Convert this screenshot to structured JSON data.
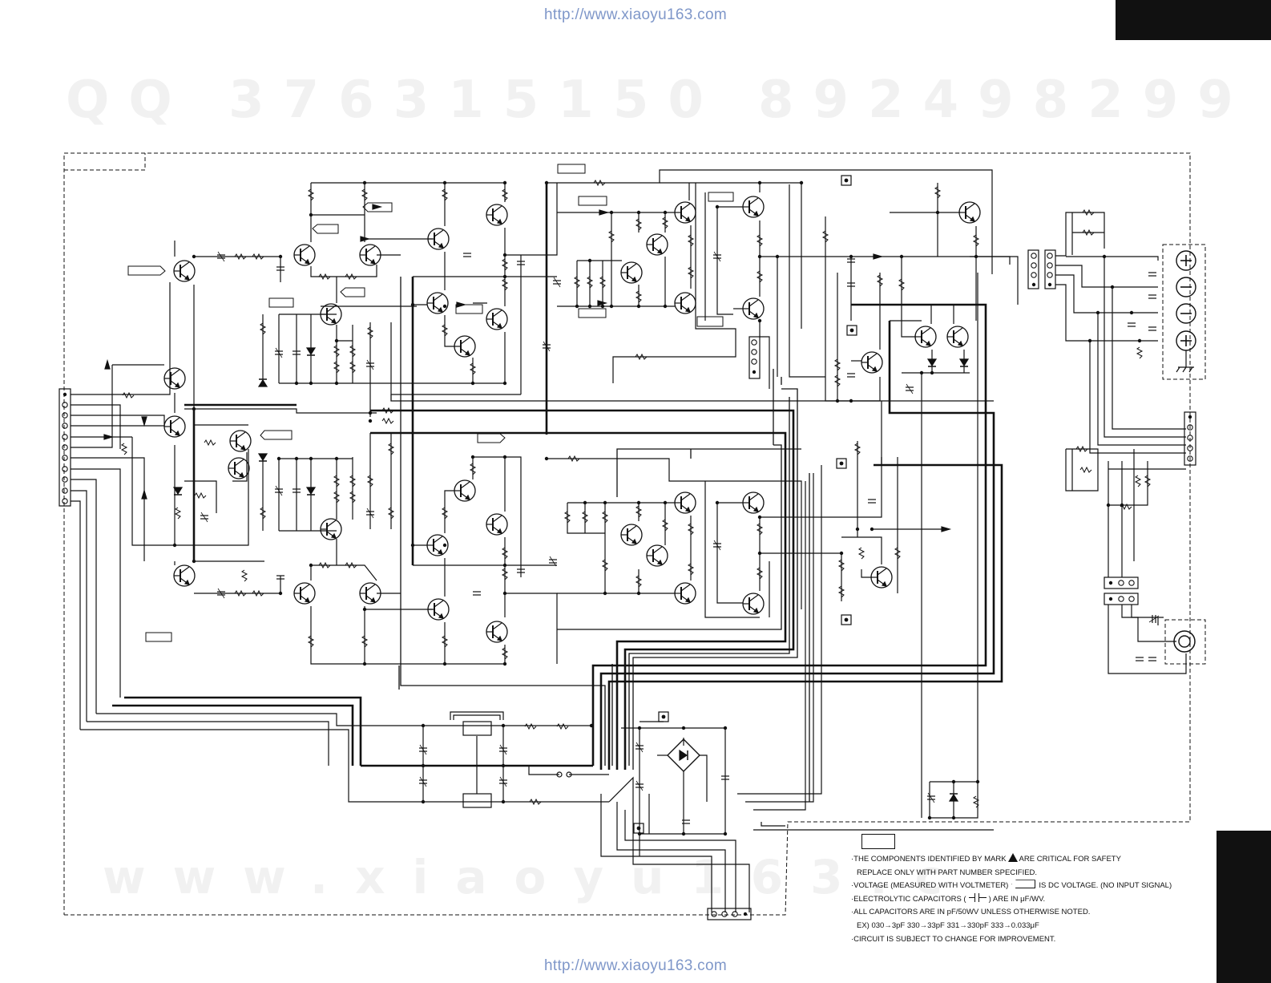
{
  "header": {
    "url": "http://www.xiaoyu163.com"
  },
  "footer": {
    "url": "http://www.xiaoyu163.com"
  },
  "watermarks": {
    "qq_left": "QQ 376315150",
    "qq_right": "892498299",
    "www": "www.xiaoyu163.c"
  },
  "notes": {
    "critical_part_1": "THE COMPONENTS IDENTIFIED BY MARK",
    "critical_part_2": "ARE CRITICAL FOR SAFETY",
    "critical_line_2": "REPLACE ONLY WITH PART NUMBER SPECIFIED.",
    "voltage_part_1": "VOLTAGE (MEASURED WITH VOLTMETER)",
    "voltage_part_2": "IS DC VOLTAGE. (NO INPUT SIGNAL)",
    "electrolytic_part_1": "ELECTROLYTIC CAPACITORS (",
    "electrolytic_part_2": ") ARE IN μF/WV.",
    "all_caps": "ALL CAPACITORS ARE IN pF/50WV UNLESS OTHERWISE NOTED.",
    "example": "EX) 030→3pF 330→33pF 331→330pF 333→0.033μF",
    "circuit_change": "CIRCUIT IS SUBJECT TO CHANGE FOR IMPROVEMENT."
  },
  "icons": {
    "speaker_terminal_plus": "plus-circle-icon",
    "speaker_terminal_minus": "minus-circle-icon",
    "phone_jack": "headphone-jack-icon",
    "bridge_rectifier": "bridge-rectifier-icon",
    "safety_mark": "warning-triangle-icon",
    "ground": "chassis-ground-icon"
  },
  "colors": {
    "line": "#111111",
    "url_text": "#7f97c9",
    "watermark": "#f1f1f1",
    "background": "#ffffff"
  }
}
